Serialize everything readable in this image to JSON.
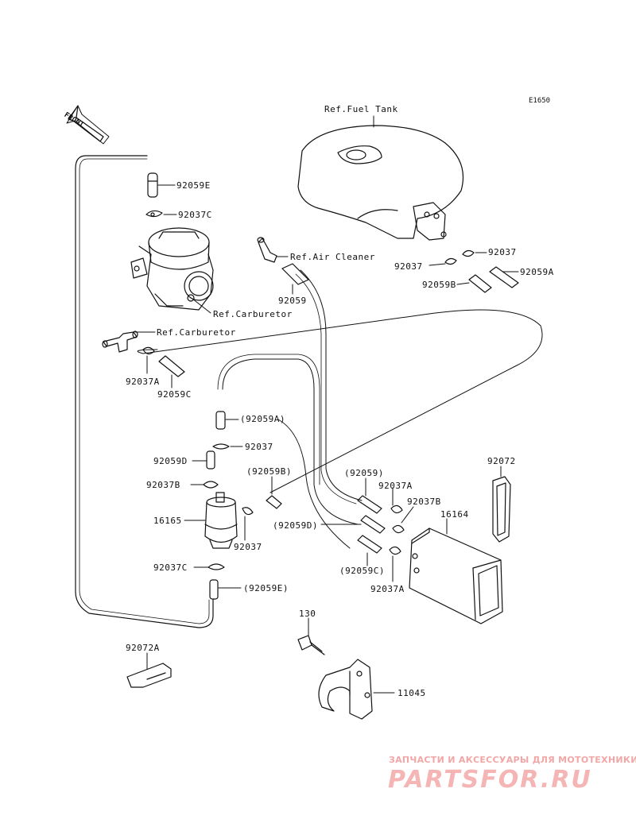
{
  "diagram_code": "E1650",
  "front_label": "FRONT",
  "watermark": {
    "line1": "ЗАПЧАСТИ И АКСЕССУАРЫ ДЛЯ МОТОТЕХНИКИ",
    "line2": "PARTSFOR.RU",
    "color": "#f2a7a7"
  },
  "labels": [
    {
      "id": "ref-fuel-tank",
      "text": "Ref.Fuel Tank"
    },
    {
      "id": "p92059E",
      "text": "92059E"
    },
    {
      "id": "p92037C-top",
      "text": "92037C"
    },
    {
      "id": "ref-air-cleaner",
      "text": "Ref.Air Cleaner"
    },
    {
      "id": "p92037-right",
      "text": "92037"
    },
    {
      "id": "p92037-right2",
      "text": "92037"
    },
    {
      "id": "p92059A",
      "text": "92059A"
    },
    {
      "id": "p92059B",
      "text": "92059B"
    },
    {
      "id": "p92059",
      "text": "92059"
    },
    {
      "id": "ref-carb-1",
      "text": "Ref.Carburetor"
    },
    {
      "id": "ref-carb-2",
      "text": "Ref.Carburetor"
    },
    {
      "id": "p92037A-left",
      "text": "92037A"
    },
    {
      "id": "p92059C",
      "text": "92059C"
    },
    {
      "id": "p92059A-paren",
      "text": "(92059A)"
    },
    {
      "id": "p92037-mid",
      "text": "92037"
    },
    {
      "id": "p92059D",
      "text": "92059D"
    },
    {
      "id": "p92037B",
      "text": "92037B"
    },
    {
      "id": "p92059B-paren",
      "text": "(92059B)"
    },
    {
      "id": "p16165",
      "text": "16165"
    },
    {
      "id": "p92037-low",
      "text": "92037"
    },
    {
      "id": "p92037C-low",
      "text": "92037C"
    },
    {
      "id": "p92059E-paren",
      "text": "(92059E)"
    },
    {
      "id": "p92059-paren",
      "text": "(92059)"
    },
    {
      "id": "p92037A-r1",
      "text": "92037A"
    },
    {
      "id": "p92037B-r",
      "text": "92037B"
    },
    {
      "id": "p92059D-paren",
      "text": "(92059D)"
    },
    {
      "id": "p16164",
      "text": "16164"
    },
    {
      "id": "p92072",
      "text": "92072"
    },
    {
      "id": "p92059C-paren",
      "text": "(92059C)"
    },
    {
      "id": "p92037A-r2",
      "text": "92037A"
    },
    {
      "id": "p130",
      "text": "130"
    },
    {
      "id": "p92072A",
      "text": "92072A"
    },
    {
      "id": "p11045",
      "text": "11045"
    }
  ]
}
